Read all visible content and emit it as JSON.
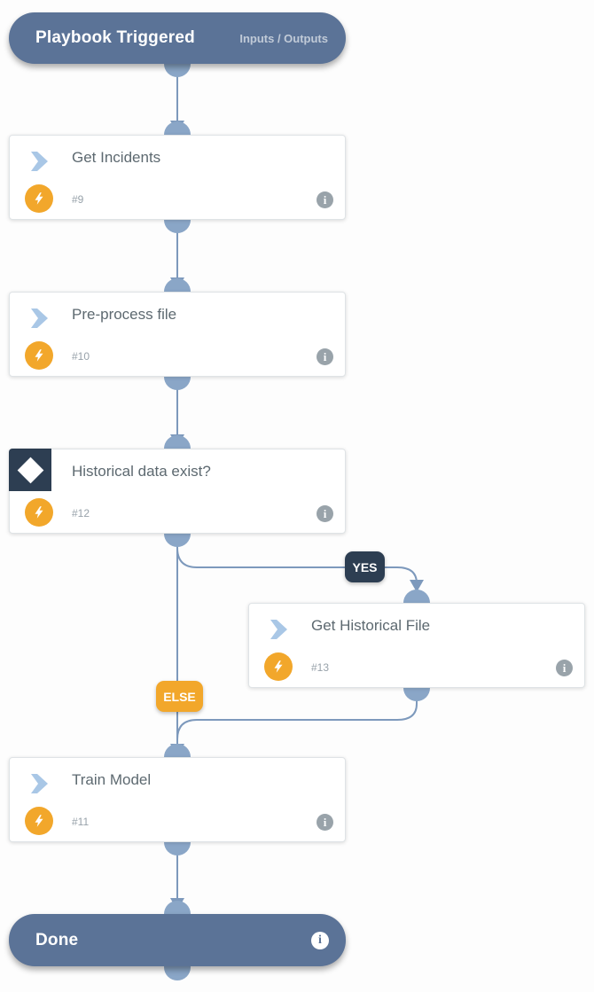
{
  "app": "playbook-workflow-canvas",
  "trigger": {
    "title": "Playbook Triggered",
    "io_link": "Inputs / Outputs"
  },
  "tasks": [
    {
      "title": "Get Incidents",
      "num": "#9",
      "type": "automation-task"
    },
    {
      "title": "Pre-process file",
      "num": "#10",
      "type": "automation-task"
    },
    {
      "title": "Historical data exist?",
      "num": "#12",
      "type": "condition-task"
    },
    {
      "title": "Get Historical File",
      "num": "#13",
      "type": "automation-task"
    },
    {
      "title": "Train Model",
      "num": "#11",
      "type": "automation-task"
    }
  ],
  "edges": {
    "yes_label": "YES",
    "else_label": "ELSE"
  },
  "done": {
    "title": "Done"
  },
  "icons": {
    "task": "chevron-right-icon",
    "condition": "diamond-icon",
    "automation": "lightning-bolt-icon",
    "info": "info-icon",
    "info_glyph": "i"
  },
  "colors": {
    "node_header_blue": "#5b7397",
    "connector_line": "#7d99bc",
    "connector_joint": "#8aa6c7",
    "condition_navy": "#2d3e52",
    "branch_orange": "#f2a72b",
    "chevron_blue": "#a9c7e6",
    "info_gray": "#99a3aa"
  }
}
